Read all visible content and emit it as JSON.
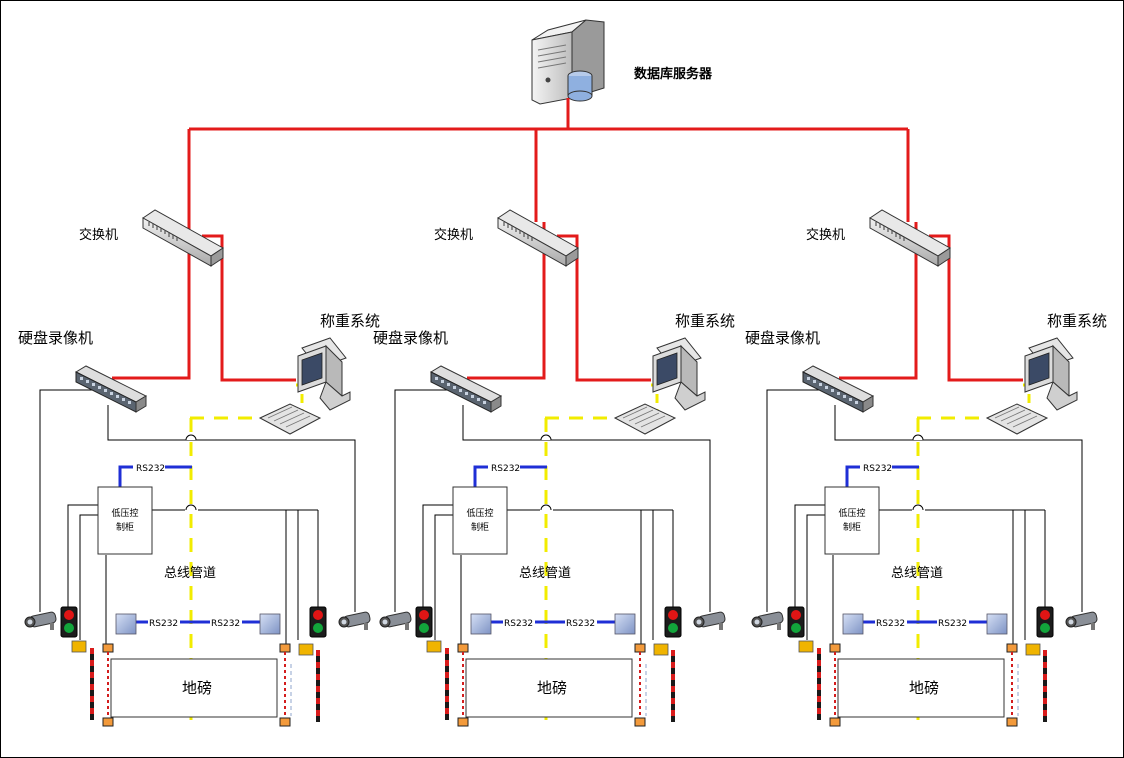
{
  "server": {
    "label": "数据库服务器"
  },
  "sites": [
    {
      "switch_label": "交换机",
      "nvr_label": "硬盘录像机",
      "weigh_label": "称重系统",
      "cabinet_label": "低压控制柜",
      "bus_label": "总线管道",
      "scale_label": "地磅",
      "rs232_top": "RS232",
      "rs232_left": "RS232",
      "rs232_right": "RS232"
    },
    {
      "switch_label": "交换机",
      "nvr_label": "硬盘录像机",
      "weigh_label": "称重系统",
      "cabinet_label": "低压控制柜",
      "bus_label": "总线管道",
      "scale_label": "地磅",
      "rs232_top": "RS232",
      "rs232_left": "RS232",
      "rs232_right": "RS232"
    },
    {
      "switch_label": "交换机",
      "nvr_label": "硬盘录像机",
      "weigh_label": "称重系统",
      "cabinet_label": "低压控制柜",
      "bus_label": "总线管道",
      "scale_label": "地磅",
      "rs232_top": "RS232",
      "rs232_left": "RS232",
      "rs232_right": "RS232"
    }
  ],
  "colors": {
    "ethernet": "#e31b1b",
    "rs232": "#1f2fd6",
    "bus": "#f2ec00",
    "wire": "#000000"
  }
}
